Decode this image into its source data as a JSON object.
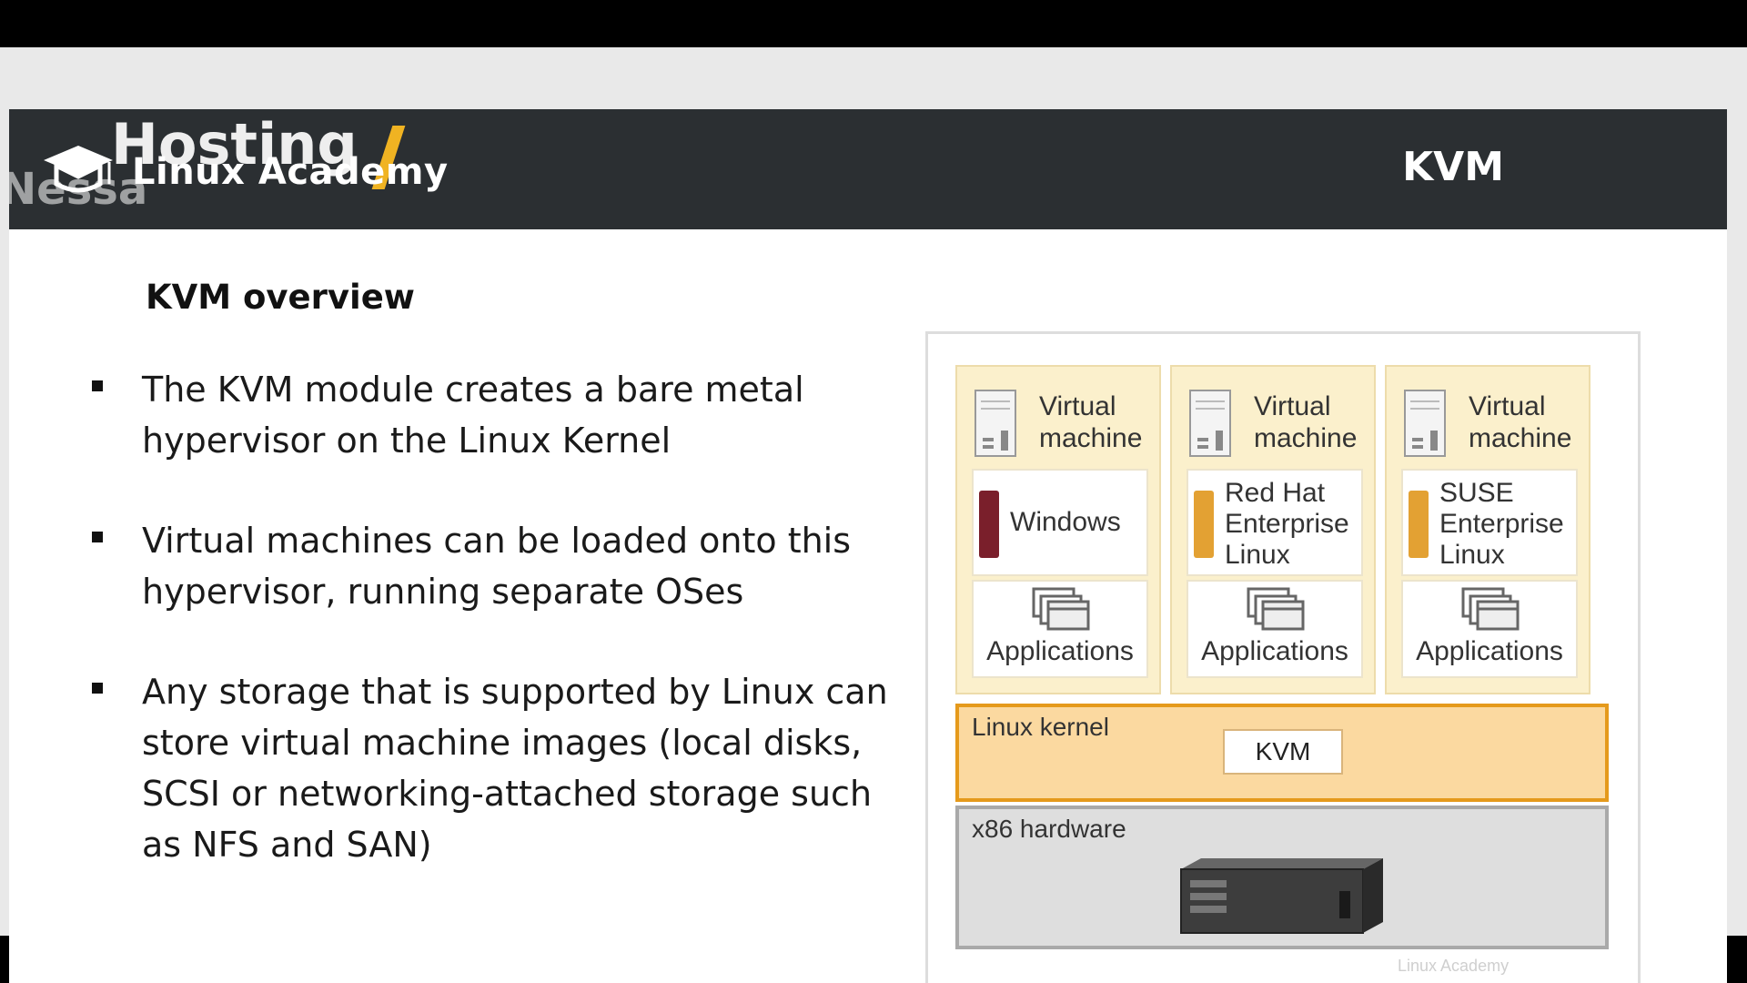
{
  "header": {
    "logo_text": "Linux Academy",
    "title": "KVM",
    "watermark_hosting": "Hosting",
    "watermark_brand": "Nessa"
  },
  "content": {
    "heading": "KVM overview",
    "bullets": [
      "The KVM module creates a bare metal hypervisor on the Linux Kernel",
      "Virtual machines can be loaded onto this hypervisor, running separate OSes",
      "Any storage that is supported by Linux can store virtual machine images (local disks, SCSI or networking-attached storage such as NFS and SAN)"
    ]
  },
  "diagram": {
    "vms": [
      {
        "label_line1": "Virtual",
        "label_line2": "machine",
        "os_lines": [
          "Windows"
        ],
        "os_color": "#7a1f2b",
        "apps": "Applications"
      },
      {
        "label_line1": "Virtual",
        "label_line2": "machine",
        "os_lines": [
          "Red Hat",
          "Enterprise",
          "Linux"
        ],
        "os_color": "#e3a133",
        "apps": "Applications"
      },
      {
        "label_line1": "Virtual",
        "label_line2": "machine",
        "os_lines": [
          "SUSE",
          "Enterprise",
          "Linux"
        ],
        "os_color": "#e3a133",
        "apps": "Applications"
      }
    ],
    "kernel_label": "Linux kernel",
    "kvm_label": "KVM",
    "hardware_label": "x86 hardware",
    "watermark": "Linux Academy"
  },
  "colors": {
    "header_bg": "#2b2f32",
    "accent": "#f0b322",
    "kernel_fill": "#fbd9a0",
    "kernel_border": "#e59a1c"
  },
  "icons": [
    "graduation-cap-icon",
    "server-tower-icon",
    "os-bar-icon",
    "window-stack-icon",
    "rack-server-icon"
  ]
}
